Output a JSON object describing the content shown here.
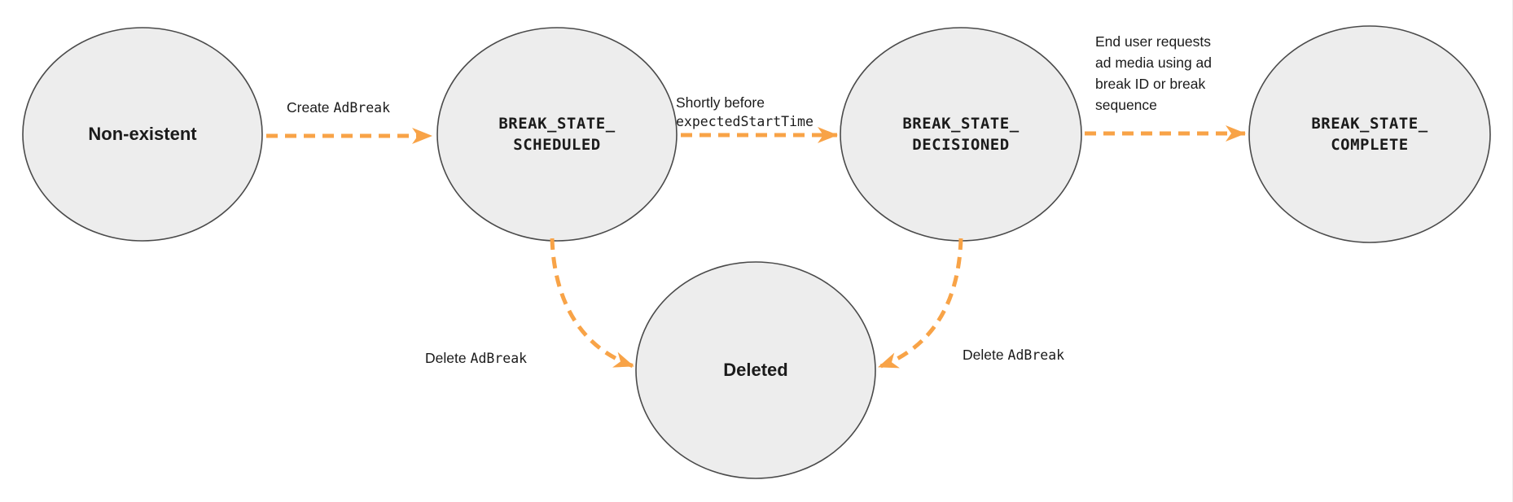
{
  "colors": {
    "arrow": "#F8A347",
    "node_fill": "#EDEDED",
    "node_border": "#4A4A4A",
    "text": "#1B1B1B"
  },
  "nodes": {
    "non_existent": {
      "label": "Non-existent"
    },
    "scheduled": {
      "label": "BREAK_STATE_\nSCHEDULED"
    },
    "decisioned": {
      "label": "BREAK_STATE_\nDECISIONED"
    },
    "complete": {
      "label": "BREAK_STATE_\nCOMPLETE"
    },
    "deleted": {
      "label": "Deleted"
    }
  },
  "transitions": {
    "create_adbreak": {
      "action": "Create",
      "code": "AdBreak"
    },
    "shortly_before": {
      "line1": "Shortly before",
      "code": "expectedStartTime"
    },
    "end_user_requests": {
      "label": "End user requests\nad media using ad\nbreak ID or break\nsequence"
    },
    "delete_adbreak_left": {
      "action": "Delete",
      "code": "AdBreak"
    },
    "delete_adbreak_right": {
      "action": "Delete",
      "code": "AdBreak"
    }
  }
}
